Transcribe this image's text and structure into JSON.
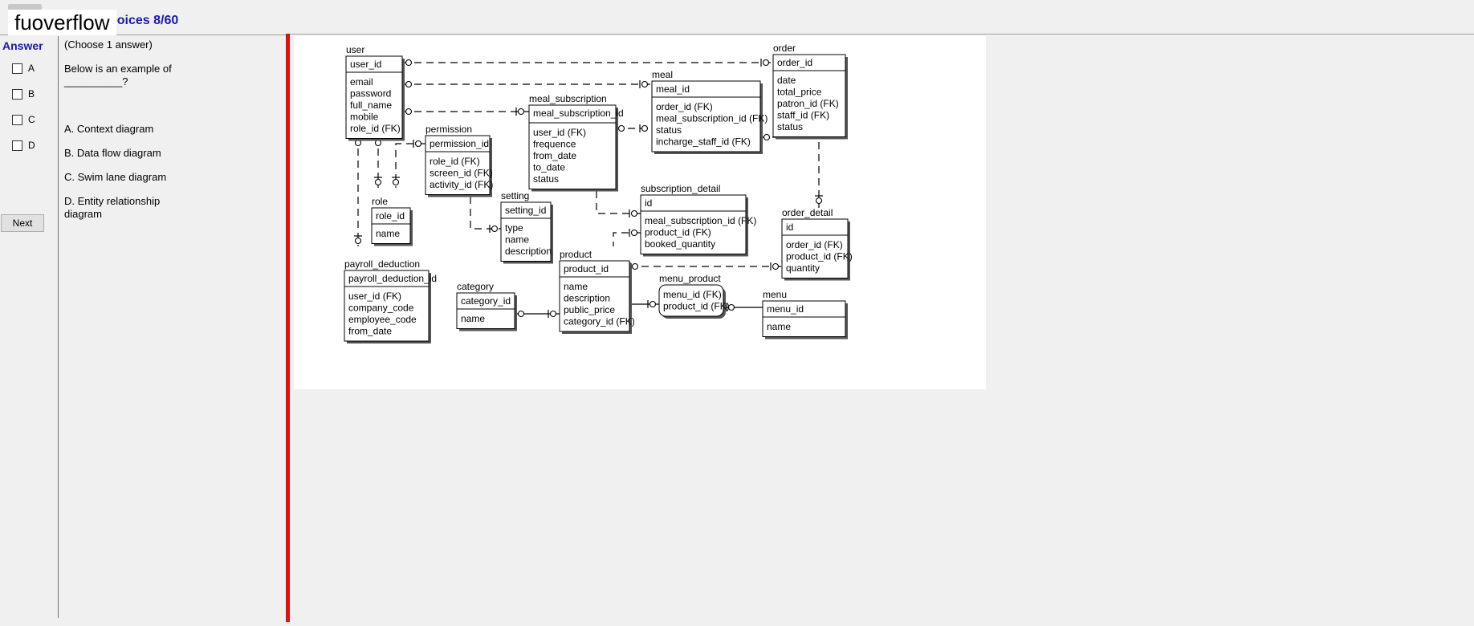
{
  "window": {
    "title": "fuoverflow",
    "progress_label": "noices 8/60"
  },
  "answers": {
    "title": "Answer",
    "options": [
      "A",
      "B",
      "C",
      "D"
    ],
    "next_label": "Next"
  },
  "question": {
    "instruction": "(Choose 1 answer)",
    "prompt": "Below is an example of\n__________?",
    "choices": [
      "A.  Context diagram",
      "B.  Data flow diagram",
      "C.  Swim lane diagram",
      "D.  Entity relationship\ndiagram"
    ]
  },
  "diagram": {
    "entities": {
      "user": {
        "name": "user",
        "key": "user_id",
        "attrs": [
          "email",
          "password",
          "full_name",
          "mobile",
          "role_id (FK)"
        ]
      },
      "order": {
        "name": "order",
        "key": "order_id",
        "attrs": [
          "date",
          "total_price",
          "patron_id (FK)",
          "staff_id (FK)",
          "status"
        ]
      },
      "meal": {
        "name": "meal",
        "key": "meal_id",
        "attrs": [
          "order_id (FK)",
          "meal_subscription_id (FK)",
          "status",
          "incharge_staff_id (FK)"
        ]
      },
      "meal_subscription": {
        "name": "meal_subscription",
        "key": "meal_subscription_id",
        "attrs": [
          "user_id (FK)",
          "frequence",
          "from_date",
          "to_date",
          "status"
        ]
      },
      "permission": {
        "name": "permission",
        "key": "permission_id",
        "attrs": [
          "role_id (FK)",
          "screen_id (FK)",
          "activity_id (FK)"
        ]
      },
      "role": {
        "name": "role",
        "key": "role_id",
        "attrs": [
          "name"
        ]
      },
      "setting": {
        "name": "setting",
        "key": "setting_id",
        "attrs": [
          "type",
          "name",
          "description"
        ]
      },
      "subscription_detail": {
        "name": "subscription_detail",
        "key": "id",
        "attrs": [
          "meal_subscription_id (FK)",
          "product_id (FK)",
          "booked_quantity"
        ]
      },
      "order_detail": {
        "name": "order_detail",
        "key": "id",
        "attrs": [
          "order_id (FK)",
          "product_id (FK)",
          "quantity"
        ]
      },
      "payroll_deduction": {
        "name": "payroll_deduction",
        "key": "payroll_deduction_id",
        "attrs": [
          "user_id (FK)",
          "company_code",
          "employee_code",
          "from_date"
        ]
      },
      "category": {
        "name": "category",
        "key": "category_id",
        "attrs": [
          "name"
        ]
      },
      "product": {
        "name": "product",
        "key": "product_id",
        "attrs": [
          "name",
          "description",
          "public_price",
          "category_id (FK)"
        ]
      },
      "menu_product": {
        "name": "menu_product",
        "key": "",
        "attrs": [
          "menu_id (FK)",
          "product_id (FK)"
        ]
      },
      "menu": {
        "name": "menu",
        "key": "menu_id",
        "attrs": [
          "name"
        ]
      }
    }
  }
}
